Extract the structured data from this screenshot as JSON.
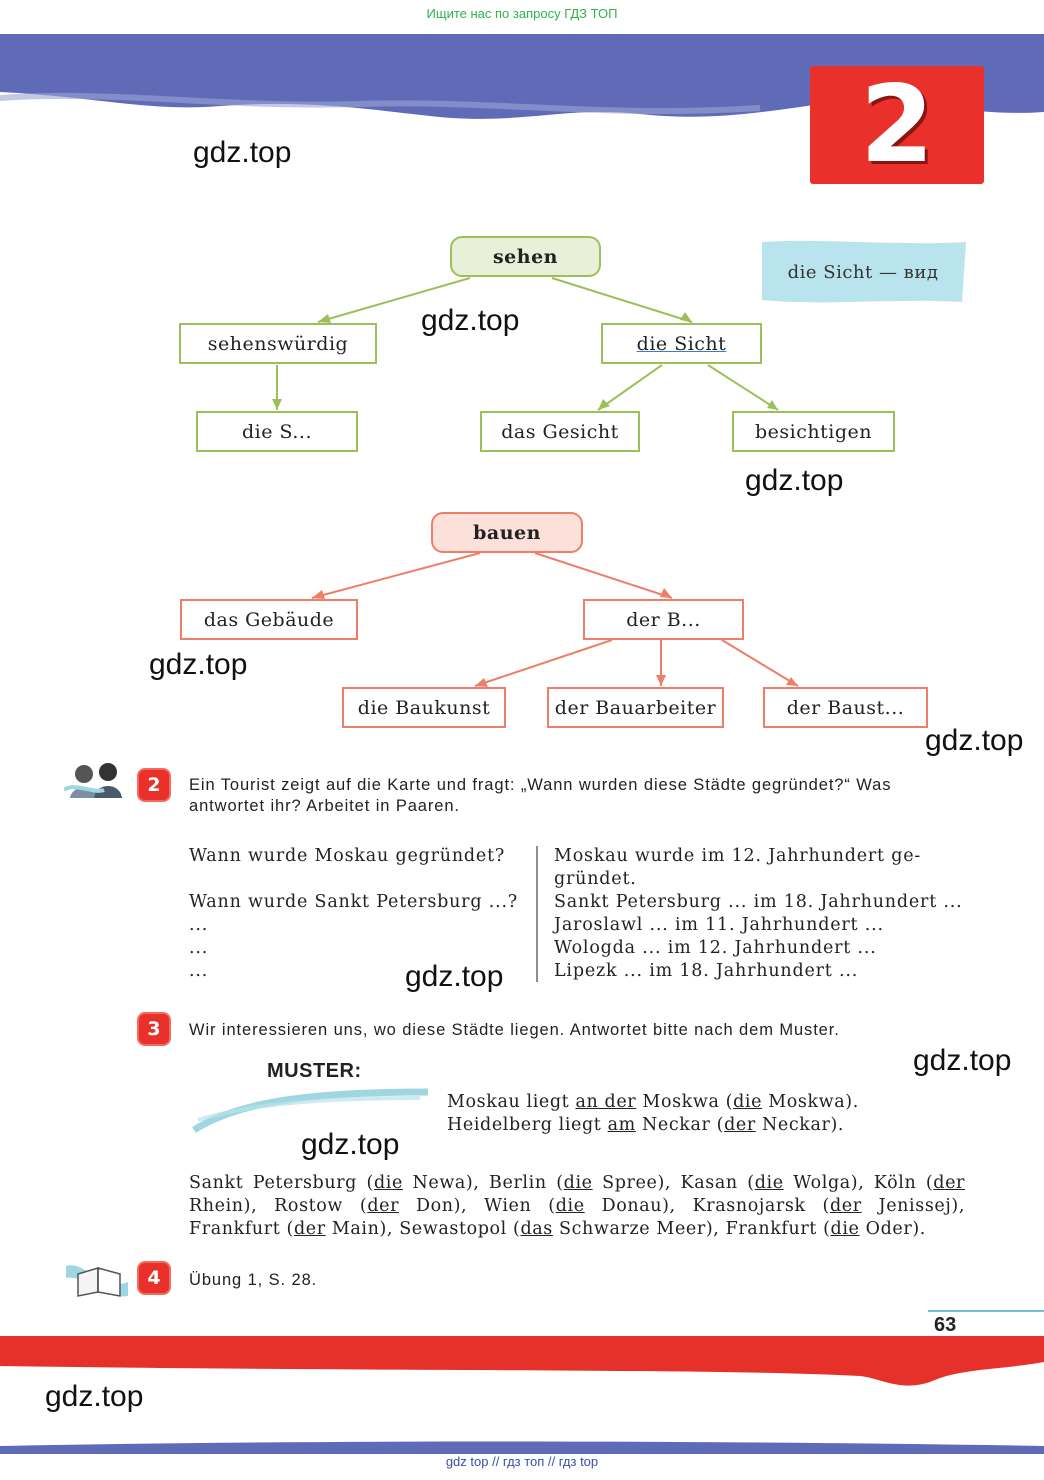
{
  "top_search_text": "Ищите нас по запросу ГДЗ ТОП",
  "bottom_links_text": "gdz top  //  гдз топ  //  гдз top",
  "watermark": "gdz.top",
  "chapter_number": "2",
  "note": "die Sicht — вид",
  "tree_sehen": {
    "root": "sehen",
    "left": "sehenswürdig",
    "left_child": "die S...",
    "right": "die Sicht",
    "right_child_1": "das Gesicht",
    "right_child_2": "besichtigen"
  },
  "tree_bauen": {
    "root": "bauen",
    "left": "das Gebäude",
    "right": "der B...",
    "child_1": "die Baukunst",
    "child_2": "der Bauarbeiter",
    "child_3": "der Baust..."
  },
  "task2": {
    "number": "2",
    "text": "Ein Tourist zeigt auf die Karte und fragt: „Wann wurden diese Städte gegründet?“ Was antwortet ihr? Arbeitet in Paaren.",
    "questions": [
      "Wann wurde Moskau gegründet?",
      "",
      "Wann wurde Sankt Petersburg ...?",
      "...",
      "...",
      "..."
    ],
    "answers": [
      "Moskau wurde im 12. Jahrhundert ge-",
      "gründet.",
      "Sankt Petersburg ... im 18. Jahrhundert ...",
      "Jaroslawl ... im 11. Jahrhundert ...",
      "Wologda ... im 12. Jahrhundert ...",
      "Lipezk ... im 18. Jahrhundert ..."
    ]
  },
  "task3": {
    "number": "3",
    "text": "Wir interessieren uns, wo diese Städte liegen. Antwortet bitte nach dem Muster.",
    "muster_label": "MUSTER:",
    "muster": {
      "s1": "Moskau liegt ",
      "u1": "an der",
      "s2": " Moskwa (",
      "u2": "die",
      "s3": " Moskwa). Heidelberg liegt ",
      "u3": "am",
      "s4": " Neckar (",
      "u4": "der",
      "s5": " Neckar)."
    },
    "exercise": {
      "s1": "Sankt Petersburg (",
      "u1": "die",
      "s2": " Newa), Berlin (",
      "u2": "die",
      "s3": " Spree), Kasan (",
      "u3": "die",
      "s4": " Wolga), Köln (",
      "u4": "der",
      "s5": " Rhein), Rostow (",
      "u5": "der",
      "s6": " Don), Wien (",
      "u6": "die",
      "s7": " Donau), Krasnojarsk (",
      "u7": "der",
      "s8": " Jenissej), Frankfurt (",
      "u8": "der",
      "s9": " Main), Sewastopol (",
      "u9": "das",
      "s10": " Schwarze Meer), Frankfurt (",
      "u10": "die",
      "s11": " Oder)."
    }
  },
  "task4": {
    "number": "4",
    "text": "Übung 1, S. 28."
  },
  "page_number": "63"
}
